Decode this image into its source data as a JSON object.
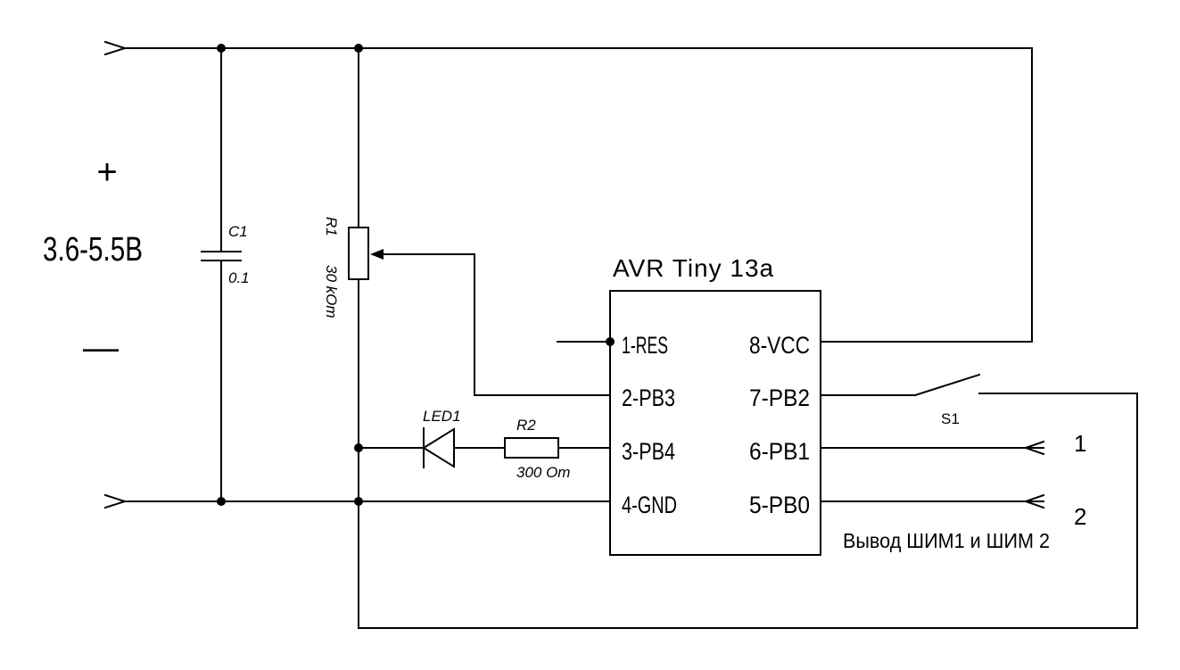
{
  "supply": {
    "plus": "+",
    "voltage": "3.6-5.5В",
    "minus": "—"
  },
  "capacitor": {
    "ref": "C1",
    "value": "0.1"
  },
  "potentiometer": {
    "ref": "R1",
    "value": "30 kOm"
  },
  "led": {
    "ref": "LED1"
  },
  "resistor": {
    "ref": "R2",
    "value": "300 Om"
  },
  "switch": {
    "ref": "S1"
  },
  "chip": {
    "name": "AVR Tiny 13a",
    "pins_left": [
      "1-RES",
      "2-PB3",
      "3-PB4",
      "4-GND"
    ],
    "pins_right": [
      "8-VCC",
      "7-PB2",
      "6-PB1",
      "5-PB0"
    ]
  },
  "outputs": {
    "out1": "1",
    "out2": "2",
    "caption": "Вывод ШИМ1 и ШИМ 2"
  }
}
